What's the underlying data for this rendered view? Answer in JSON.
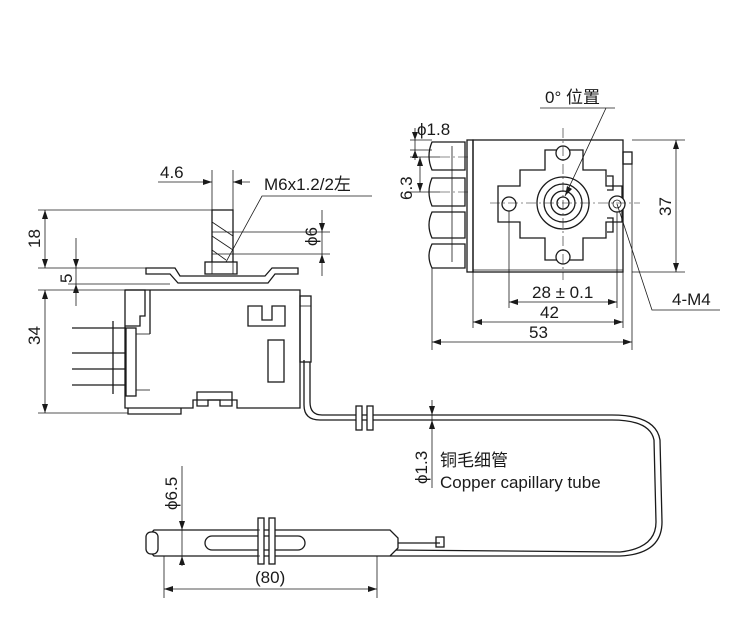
{
  "dimensions": {
    "shaft_offset": "4.6",
    "thread": "M6x1.2/2左",
    "shaft_dia": "ϕ6",
    "shaft_height": "18",
    "bracket_height": "5",
    "body_height": "34",
    "terminal_dia": "ϕ1.8",
    "terminal_pitch": "6.3",
    "zero_position": "0°  位置",
    "front_height": "37",
    "hole_pitch": "28 ± 0.1",
    "inner_width": "42",
    "front_width": "53",
    "holes": "4-M4",
    "tube_dia": "ϕ1.3",
    "bulb_dia": "ϕ6.5",
    "bulb_length": "(80)"
  },
  "labels": {
    "tube_cn": "铜毛细管",
    "tube_en": "Copper capillary tube"
  }
}
